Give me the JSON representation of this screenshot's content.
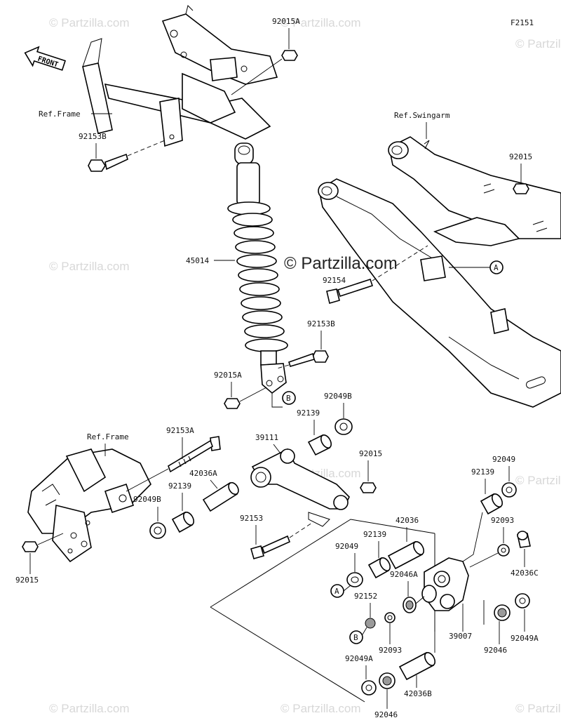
{
  "diagram_code": "F2151",
  "front_label": "FRONT",
  "watermark_center": "© Partzilla.com",
  "watermark_repeat": "© Partzilla.com",
  "reference_labels": {
    "frame_top": "Ref.Frame",
    "frame_bottom": "Ref.Frame",
    "swingarm": "Ref.Swingarm"
  },
  "callouts": {
    "a1": "A",
    "a2": "A",
    "b1": "B",
    "b2": "B"
  },
  "part_labels": {
    "p92015A_top": "92015A",
    "p92153B_left": "92153B",
    "p92015_swingarm": "92015",
    "p45014": "45014",
    "p92154": "92154",
    "p92153B_mid": "92153B",
    "p92015A_mid": "92015A",
    "p92049B_top": "92049B",
    "p92139_top": "92139",
    "p39111": "39111",
    "p92015_mid": "92015",
    "p92153A": "92153A",
    "p42036A": "42036A",
    "p92139_left": "92139",
    "p92049B_left": "92049B",
    "p92015_bottom": "92015",
    "p92153": "92153",
    "p92049_right": "92049",
    "p92139_right": "92139",
    "p42036": "42036",
    "p92139_mid": "92139",
    "p92049_mid": "92049",
    "p92093_right": "92093",
    "p42036C": "42036C",
    "p92046A": "92046A",
    "p92152": "92152",
    "p39007": "39007",
    "p92093_bottom": "92093",
    "p92046_right": "92046",
    "p92049A_right": "92049A",
    "p92049A_bottom": "92049A",
    "p42036B": "42036B",
    "p92046_bottom": "92046"
  }
}
